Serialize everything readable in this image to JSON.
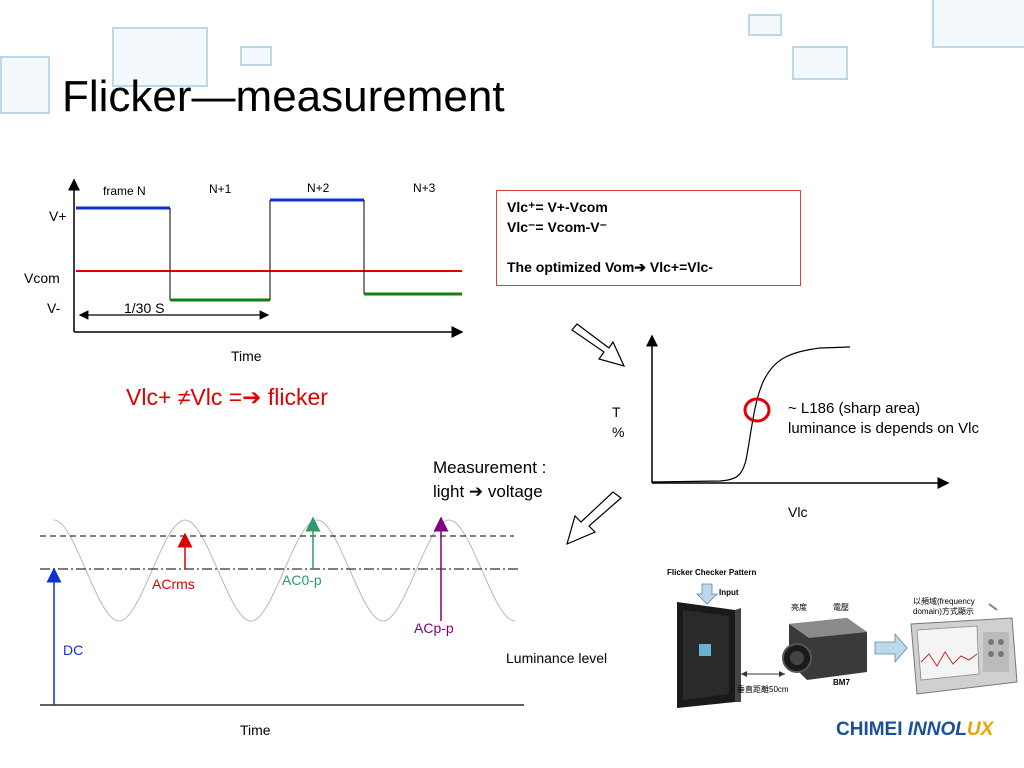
{
  "title": "Flicker—measurement",
  "waveform": {
    "frames": [
      "frame N",
      "N+1",
      "N+2",
      "N+3"
    ],
    "v_plus": "V+",
    "vcom": "Vcom",
    "v_minus": "V-",
    "period": "1/30 S",
    "x_label": "Time"
  },
  "flicker_note": "Vlc+ ≠Vlc =➔ flicker",
  "formula_box": {
    "line1": "Vlc⁺= V+-Vcom",
    "line2": "Vlc⁻= Vcom-V⁻",
    "line3": "The optimized  Vom➔ Vlc+=Vlc-"
  },
  "t_curve": {
    "y_label_top": "T",
    "y_label_bottom": "%",
    "x_label": "Vlc",
    "annotation_line1": "~ L186 (sharp area)",
    "annotation_line2": "luminance is depends on Vlc"
  },
  "measurement": {
    "line1": "Measurement :",
    "line2": "light ➔ voltage"
  },
  "signal": {
    "dc": "DC",
    "acrms": "ACrms",
    "ac0p": "AC0-p",
    "acpp": "ACp-p",
    "level": "Luminance level",
    "x_label": "Time"
  },
  "setup_photo": {
    "pattern_label": "Flicker Checker Pattern",
    "input_label": "Input",
    "brightness_label": "亮度",
    "voltage_label": "電壓",
    "freq_label_1": "以頻域(frequency",
    "freq_label_2": "domain)方式顯示",
    "device_label": "BM7",
    "distance_label": "垂直距離50cm"
  },
  "logo": {
    "part1": "CHIMEI ",
    "part2": "INNOL",
    "part3": "UX"
  },
  "colors": {
    "blue": "#1030d0",
    "red": "#e00000",
    "green": "#108010",
    "purple": "#800080",
    "ac_green": "#2e9a6a"
  }
}
